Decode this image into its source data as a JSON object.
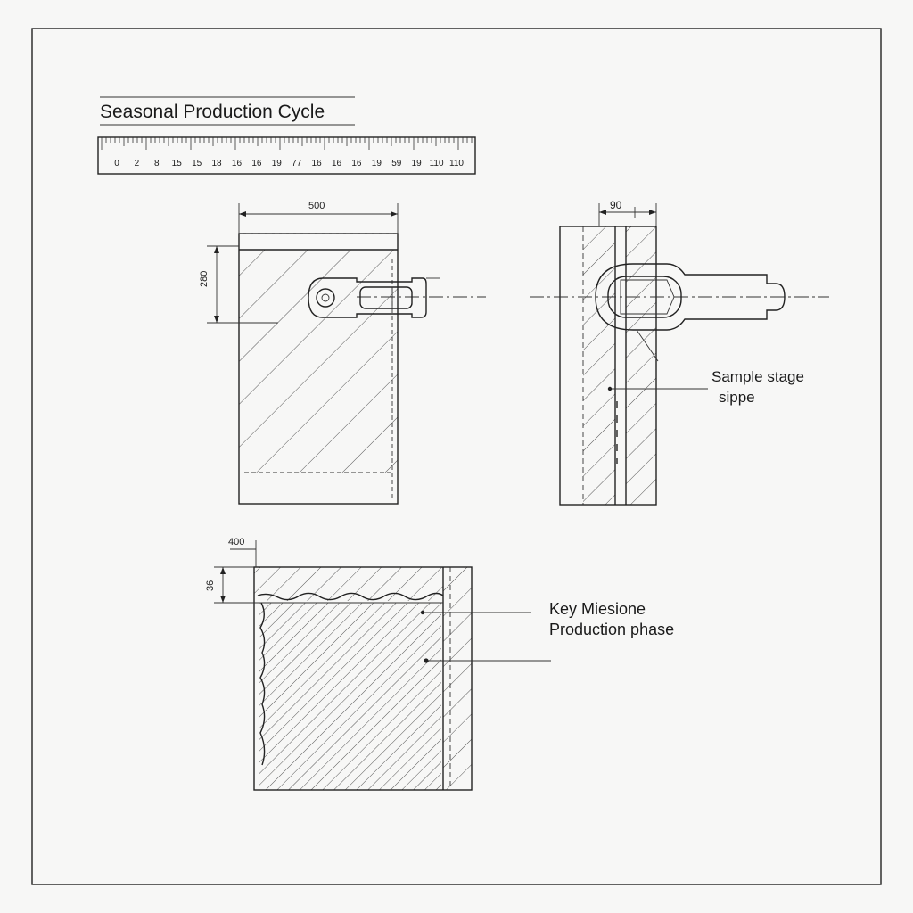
{
  "title": "Seasonal Production Cycle",
  "ruler": {
    "tick_labels": [
      "0",
      "2",
      "8",
      "15",
      "15",
      "18",
      "16",
      "16",
      "19",
      "77",
      "16",
      "16",
      "16",
      "19",
      "59",
      "19",
      "110",
      "110"
    ]
  },
  "dimensions": {
    "front_width": "500",
    "front_height": "280",
    "side_width": "90",
    "bottom_width": "400",
    "bottom_height": "36"
  },
  "callouts": {
    "side_line1": "Sample stage",
    "side_line2": "sippe",
    "bottom_line1": "Key Miesione",
    "bottom_line2": "Production phase"
  },
  "colors": {
    "ink": "#222222",
    "paper": "#f7f7f6"
  }
}
